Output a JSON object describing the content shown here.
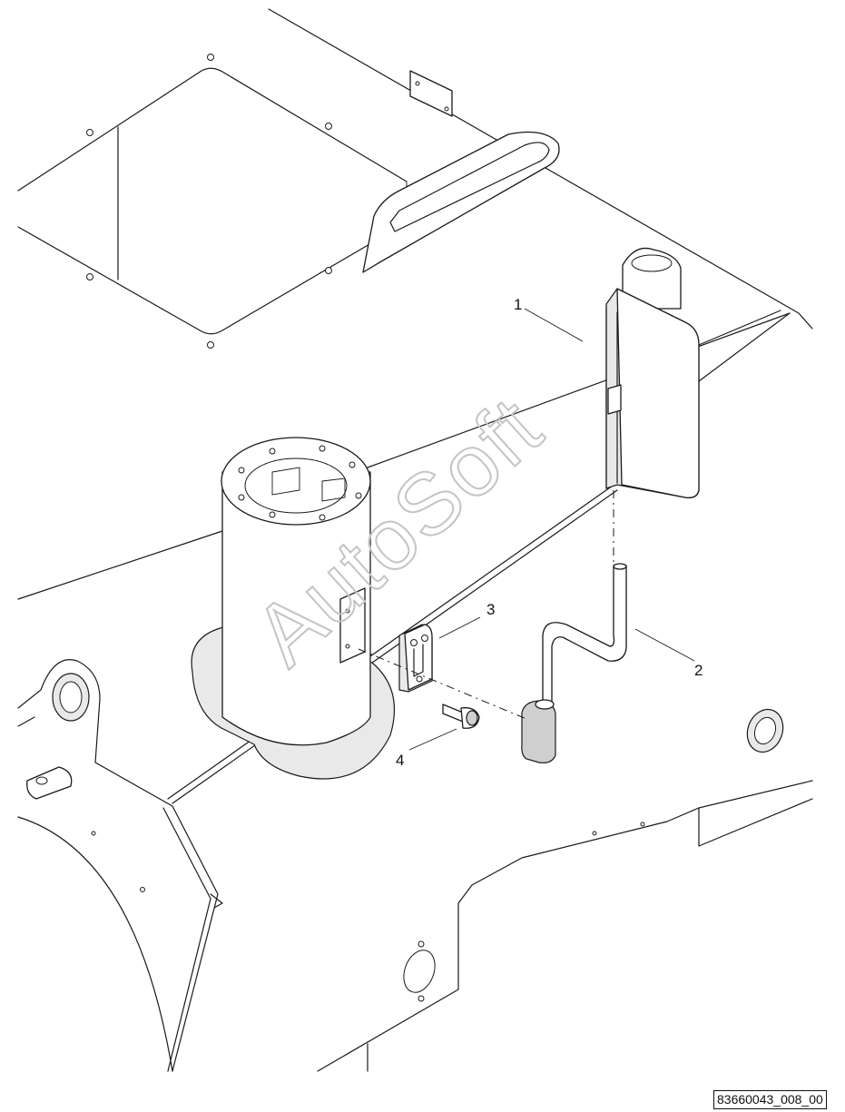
{
  "diagram": {
    "callouts": [
      {
        "id": "1",
        "label": "1"
      },
      {
        "id": "2",
        "label": "2"
      },
      {
        "id": "3",
        "label": "3"
      },
      {
        "id": "4",
        "label": "4"
      }
    ],
    "watermark": "AutoSoft",
    "drawing_number": "83660043_008_00"
  }
}
